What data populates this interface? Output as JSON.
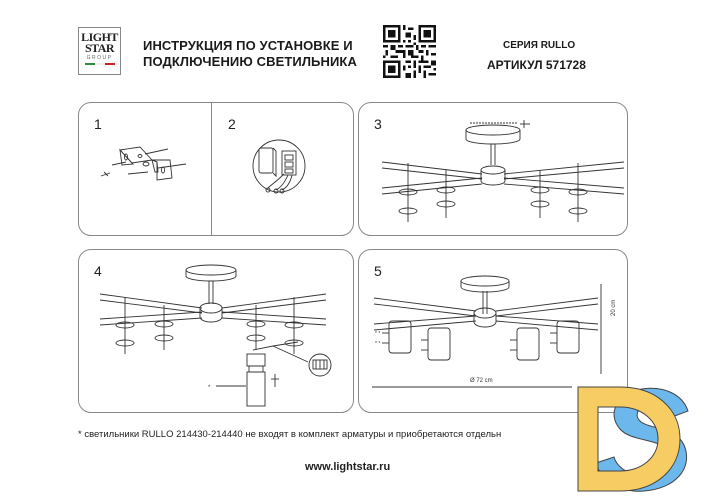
{
  "header": {
    "logo": {
      "line1": "LIGHT",
      "line2": "STAR",
      "line3": "GROUP",
      "flag_colors": [
        "#2e8b3a",
        "#ffffff",
        "#cc2222"
      ]
    },
    "title_line1": "ИНСТРУКЦИЯ ПО УСТАНОВКЕ И",
    "title_line2": "ПОДКЛЮЧЕНИЮ СВЕТИЛЬНИКА",
    "qr_code": "qr-code-icon",
    "series": "СЕРИЯ RULLO",
    "article": "АРТИКУЛ 571728"
  },
  "steps": [
    {
      "number": "1",
      "illustration": "mounting-bracket-with-screws"
    },
    {
      "number": "2",
      "illustration": "terminal-block-wiring"
    },
    {
      "number": "3",
      "illustration": "attach-canopy-to-bracket"
    },
    {
      "number": "4",
      "illustration": "connect-spotlight-shades"
    },
    {
      "number": "5",
      "illustration": "assembled-fixture-dimensions"
    }
  ],
  "dimensions": {
    "height": "20 cm",
    "diameter": "Ø 72 cm"
  },
  "callout_marker": "*",
  "footnote": "* светильники RULLO 214430-214440 не входят в комплект арматуры и приобретаются отдельн",
  "website": "www.lightstar.ru",
  "watermark": {
    "letters": "DS",
    "colors": {
      "d": "#f7cd63",
      "s": "#6cb7ec",
      "outline": "#444444"
    }
  },
  "colors": {
    "panel_border": "#888888",
    "line": "#333333"
  }
}
